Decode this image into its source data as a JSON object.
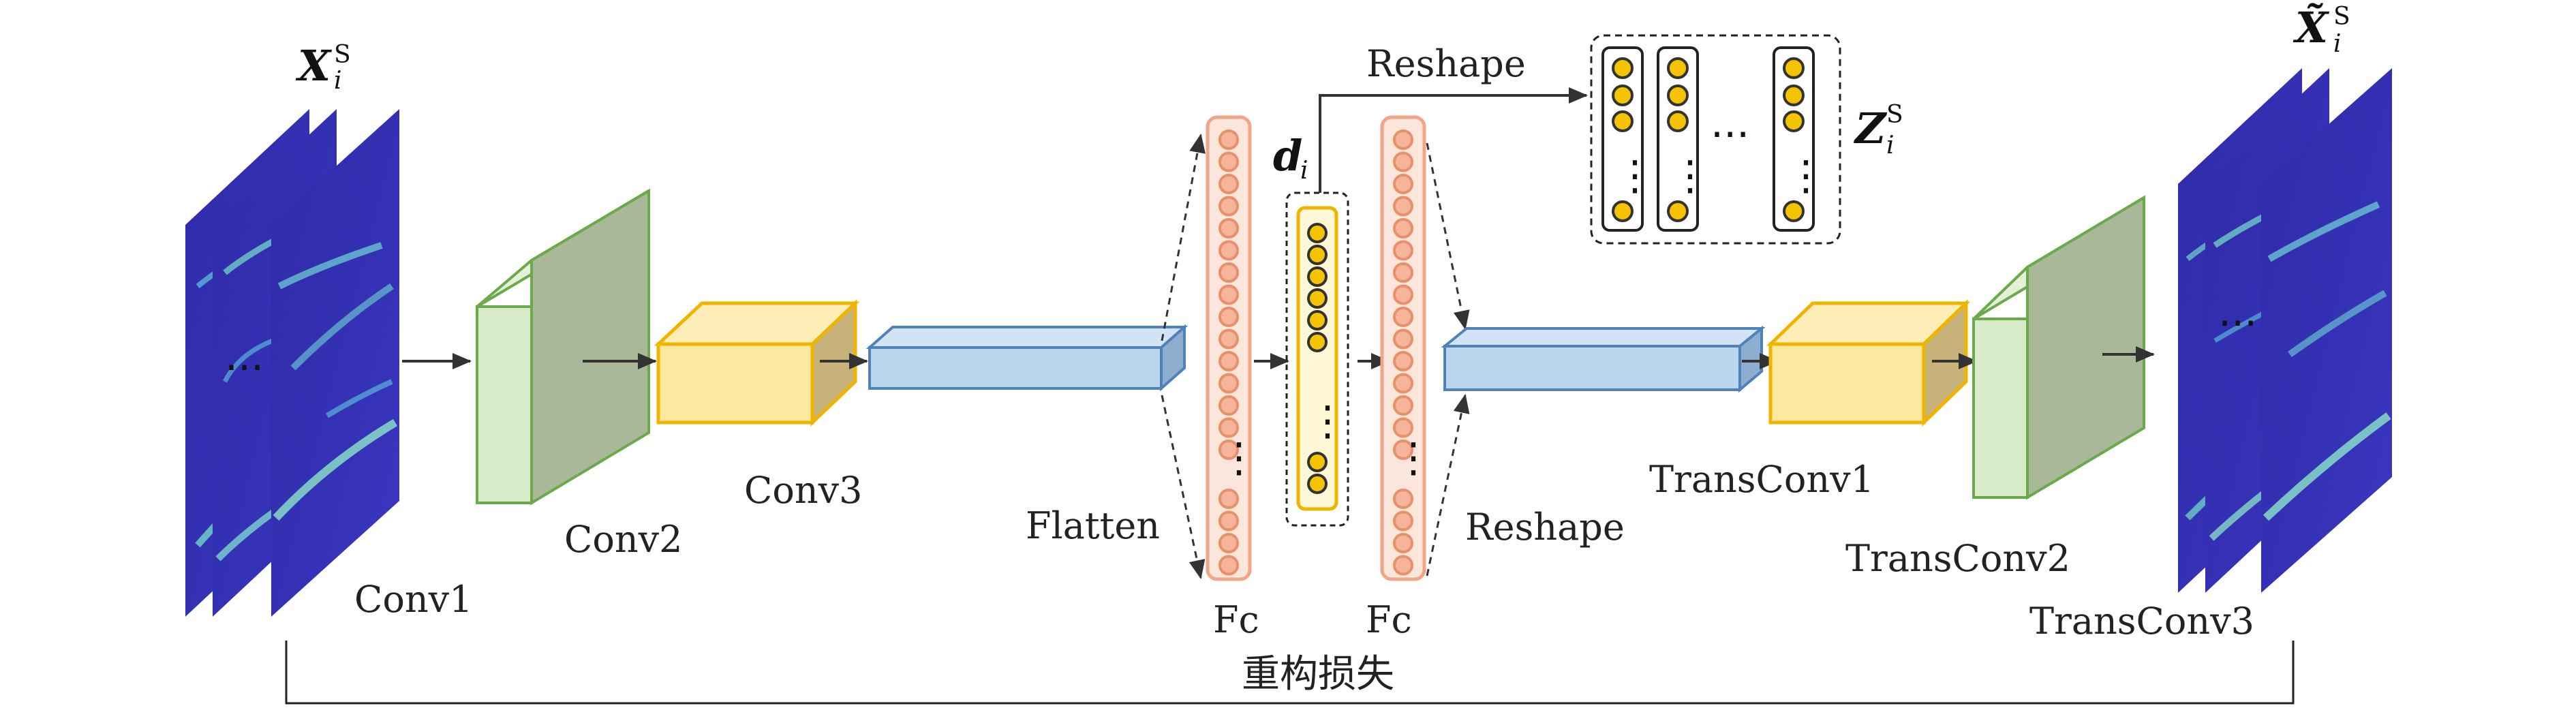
{
  "labels": {
    "conv1": "Conv1",
    "conv2": "Conv2",
    "conv3": "Conv3",
    "flatten": "Flatten",
    "fc_left": "Fc",
    "fc_right": "Fc",
    "reshape_top": "Reshape",
    "reshape_bottom": "Reshape",
    "transconv1": "TransConv1",
    "transconv2": "TransConv2",
    "transconv3": "TransConv3",
    "loss": "重构损失"
  },
  "math": {
    "input": {
      "base": "X",
      "sup": "S",
      "sub": "i"
    },
    "output": {
      "base": "X̃",
      "sup": "S",
      "sub": "i"
    },
    "latent_d": {
      "base": "d",
      "sub": "i"
    },
    "latent_z": {
      "base": "Z",
      "sup": "S",
      "sub": "i"
    }
  },
  "ellipsis": {
    "horizontal": "···",
    "vertical": "⋮"
  },
  "colors": {
    "feature_map_blue": "#3a34b8",
    "feature_map_light": "#6fd7d4",
    "conv_green_fill": "#d7ebc9",
    "conv_green_stroke": "#6aaa4a",
    "conv_yellow_fill": "#fde8a0",
    "conv_yellow_stroke": "#f0b400",
    "flat_blue_fill": "#bcd6ee",
    "flat_blue_stroke": "#4f82b8",
    "neuron_salmon": "#f6b49b",
    "neuron_orange_stroke": "#e8906c",
    "neuron_yellow": "#f6c300",
    "arrow": "#333333"
  }
}
